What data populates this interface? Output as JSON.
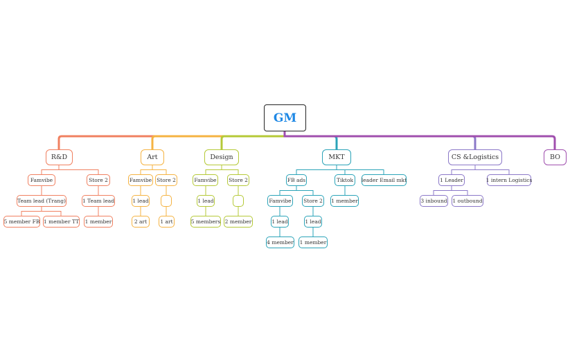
{
  "colors": {
    "rd": "#f08060",
    "art": "#f5b342",
    "design": "#b5c937",
    "mkt": "#2aa3b8",
    "cs": "#8b78c8",
    "bo": "#a04fae",
    "root_text": "#1e88e5"
  },
  "root": {
    "label": "GM"
  },
  "departments": [
    {
      "label": "R&D",
      "children": [
        {
          "label": "Famvibe",
          "children": [
            {
              "label": "Team lead (Trang)",
              "children": [
                {
                  "label": "5 member FB"
                },
                {
                  "label": "1 member TT"
                }
              ]
            }
          ]
        },
        {
          "label": "Store 2",
          "children": [
            {
              "label": "1 Team lead",
              "children": [
                {
                  "label": "1 member"
                }
              ]
            }
          ]
        }
      ]
    },
    {
      "label": "Art",
      "children": [
        {
          "label": "Famvibe",
          "children": [
            {
              "label": "1 lead",
              "children": [
                {
                  "label": "2  art"
                }
              ]
            }
          ]
        },
        {
          "label": "Store 2",
          "children": [
            {
              "label": "",
              "children": [
                {
                  "label": "1 art"
                }
              ]
            }
          ]
        }
      ]
    },
    {
      "label": "Design",
      "children": [
        {
          "label": "Famvibe",
          "children": [
            {
              "label": "1 lead",
              "children": [
                {
                  "label": "5 members"
                }
              ]
            }
          ]
        },
        {
          "label": "Store 2",
          "children": [
            {
              "label": "",
              "children": [
                {
                  "label": "2 member"
                }
              ]
            }
          ]
        }
      ]
    },
    {
      "label": "MKT",
      "children": [
        {
          "label": "FB ads",
          "children": [
            {
              "label": "Famvibe",
              "children": [
                {
                  "label": "1 lead",
                  "children": [
                    {
                      "label": "4 member"
                    }
                  ]
                }
              ]
            },
            {
              "label": "Store 2",
              "children": [
                {
                  "label": "1 lead",
                  "children": [
                    {
                      "label": "1 member"
                    }
                  ]
                }
              ]
            }
          ]
        },
        {
          "label": "Tiktok",
          "children": [
            {
              "label": "1 member"
            }
          ]
        },
        {
          "label": "leader Email mkt"
        }
      ]
    },
    {
      "label": "CS &Logistics",
      "children": [
        {
          "label": "1 Leader",
          "children": [
            {
              "label": "3 inbound"
            },
            {
              "label": "1 outbound"
            }
          ]
        },
        {
          "label": "1 intern Logistics"
        }
      ]
    },
    {
      "label": "BO"
    }
  ]
}
